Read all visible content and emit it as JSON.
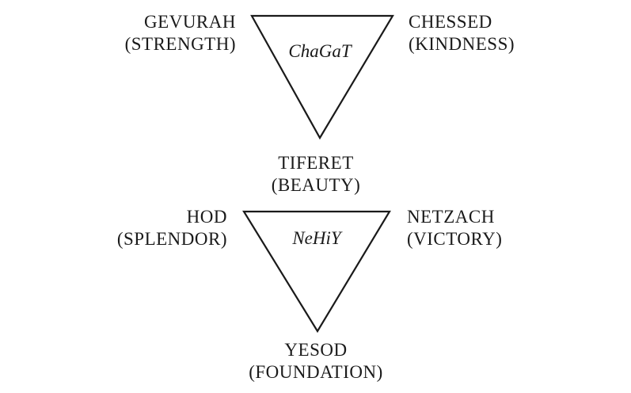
{
  "diagram": {
    "upper_triad": {
      "label": "ChaGaT",
      "left": {
        "name": "GEVURAH",
        "meaning": "(STRENGTH)"
      },
      "right": {
        "name": "CHESSED",
        "meaning": "(KINDNESS)"
      },
      "bottom": {
        "name": "TIFERET",
        "meaning": "(BEAUTY)"
      }
    },
    "lower_triad": {
      "label": "NeHiY",
      "left": {
        "name": "HOD",
        "meaning": "(SPLENDOR)"
      },
      "right": {
        "name": "NETZACH",
        "meaning": "(VICTORY)"
      },
      "bottom": {
        "name": "YESOD",
        "meaning": "(FOUNDATION)"
      }
    }
  }
}
